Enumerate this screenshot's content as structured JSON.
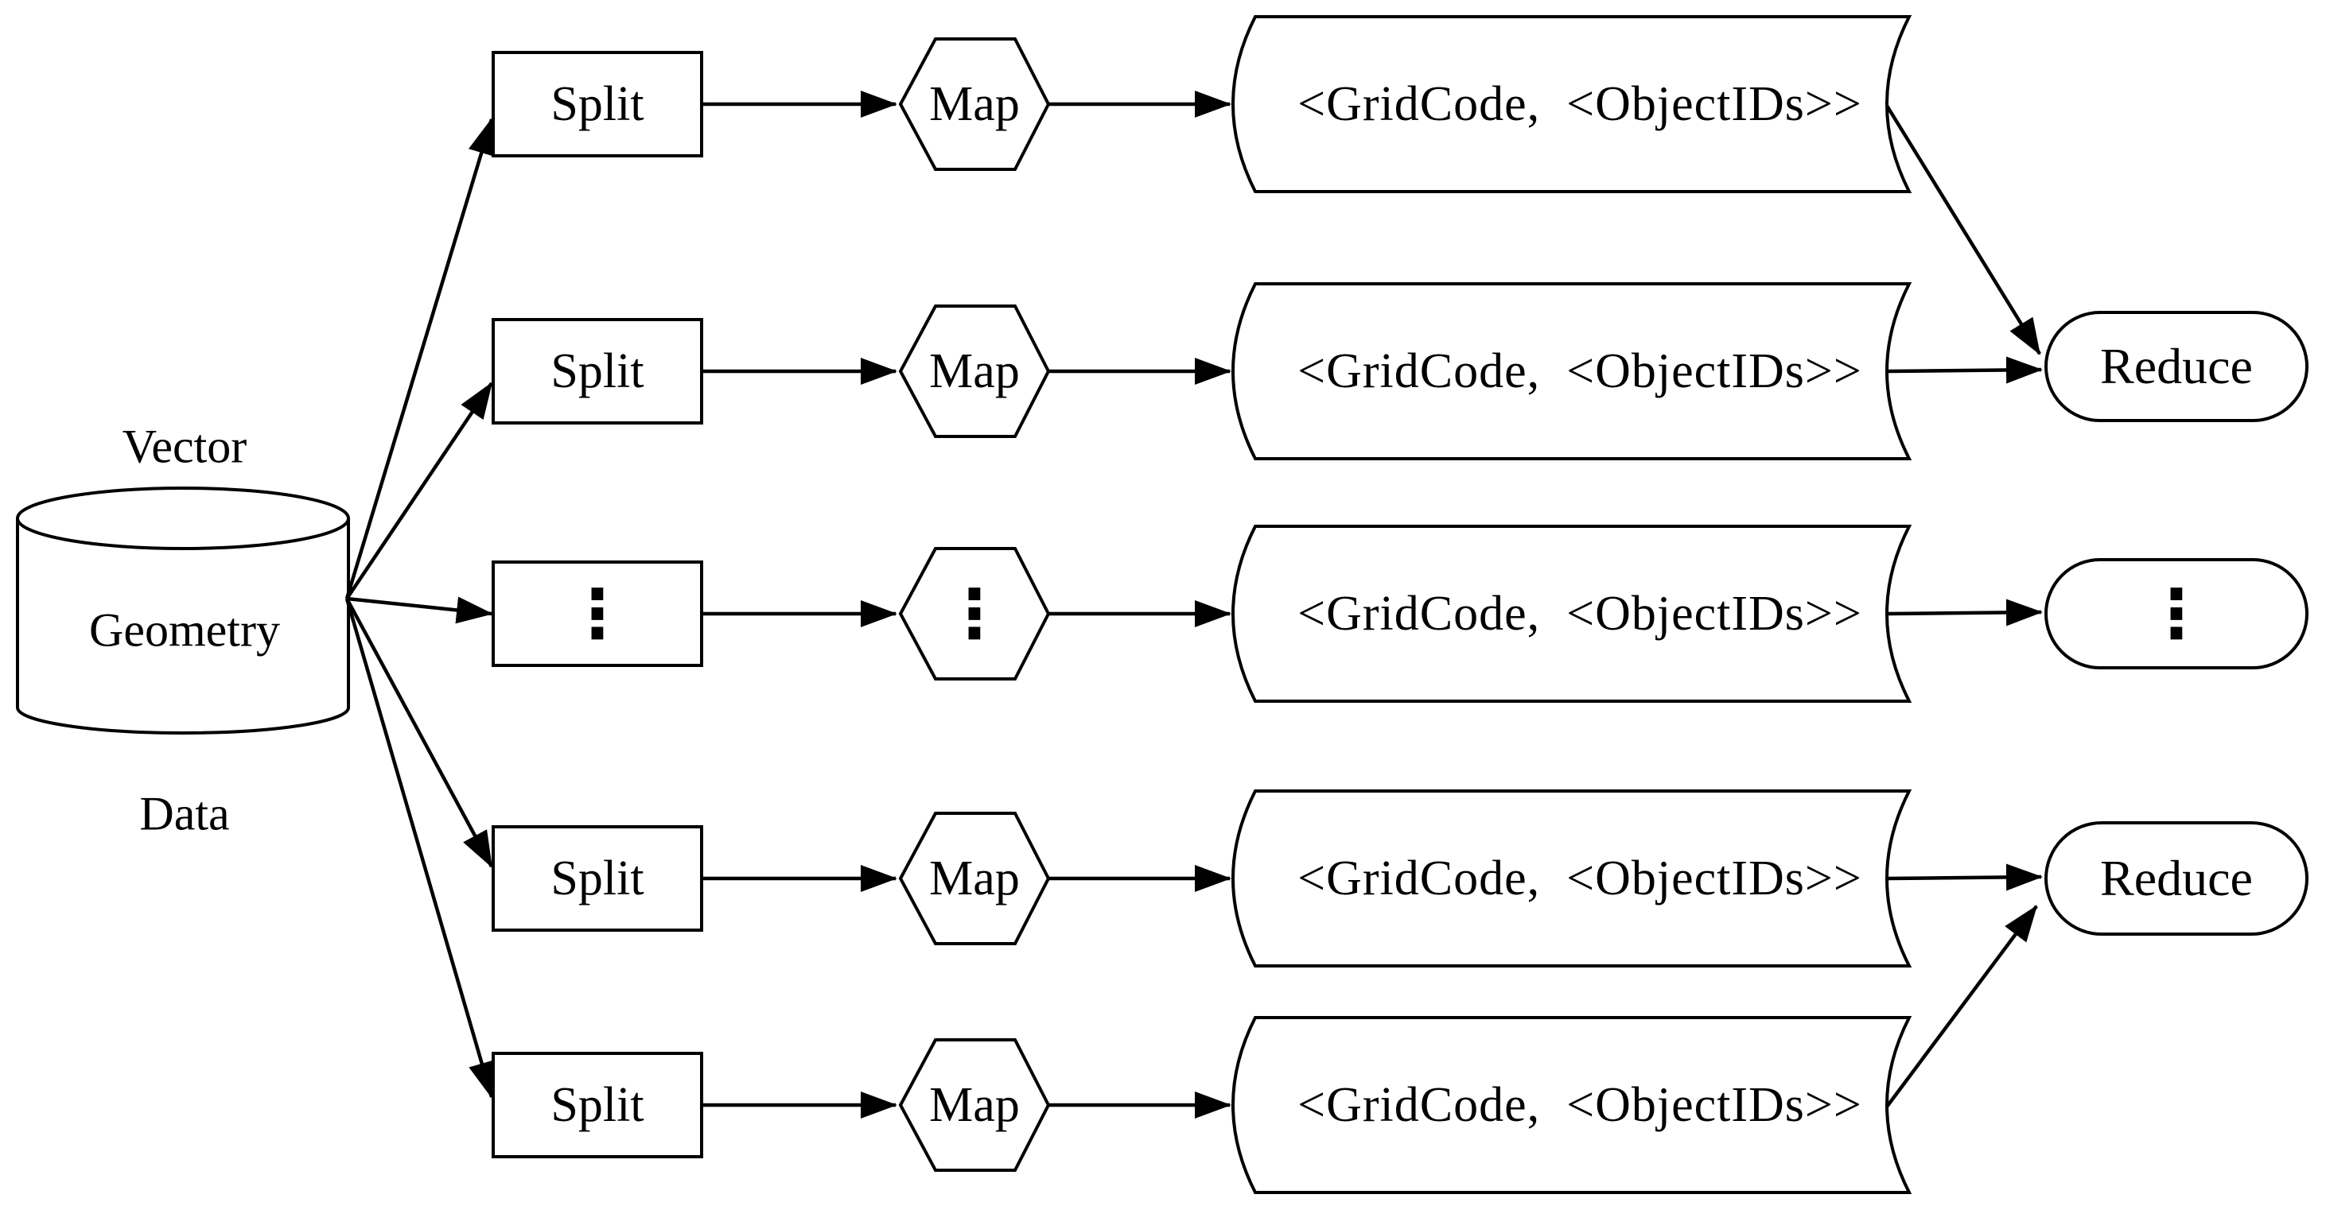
{
  "source_datastore": {
    "label_lines": [
      "Vector",
      "Geometry",
      "Data"
    ]
  },
  "pipeline_rows": [
    {
      "split_label": "Split",
      "map_label": "Map",
      "output_label": "<GridCode,  <ObjectIDs>>"
    },
    {
      "split_label": "Split",
      "map_label": "Map",
      "output_label": "<GridCode,  <ObjectIDs>>"
    },
    {
      "split_label": "⋮",
      "map_label": "⋮",
      "output_label": "<GridCode,  <ObjectIDs>>"
    },
    {
      "split_label": "Split",
      "map_label": "Map",
      "output_label": "<GridCode,  <ObjectIDs>>"
    },
    {
      "split_label": "Split",
      "map_label": "Map",
      "output_label": "<GridCode,  <ObjectIDs>>"
    }
  ],
  "reducers": [
    {
      "label": "Reduce"
    },
    {
      "label": "⋮"
    },
    {
      "label": "Reduce"
    }
  ],
  "colors": {
    "stroke": "#000000",
    "fill": "#ffffff",
    "background": "#ffffff"
  }
}
